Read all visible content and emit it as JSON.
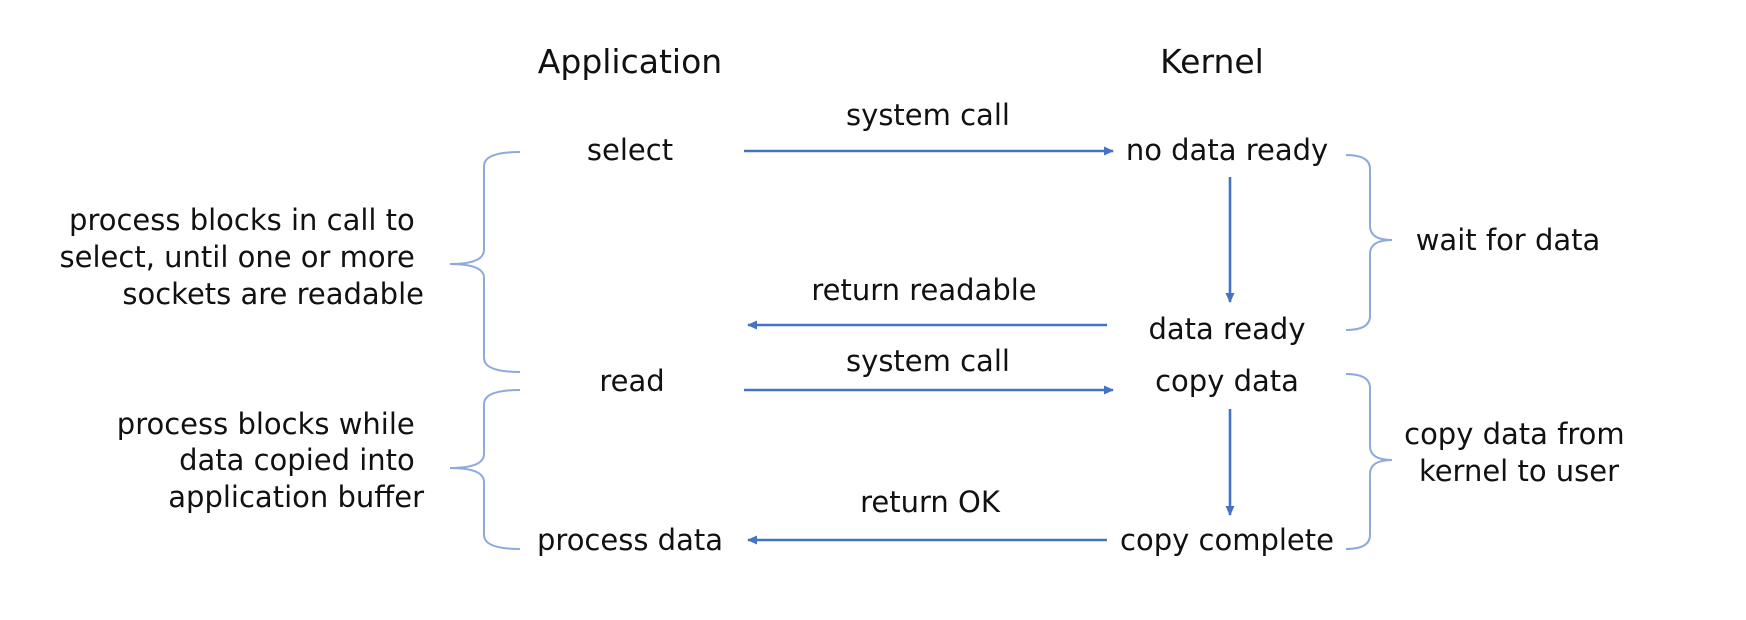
{
  "columns": {
    "application": "Application",
    "kernel": "Kernel"
  },
  "application_steps": {
    "select": "select",
    "read": "read",
    "process_data": "process data"
  },
  "kernel_steps": {
    "no_data_ready": "no data ready",
    "data_ready": "data ready",
    "copy_data": "copy data",
    "copy_complete": "copy complete"
  },
  "messages": {
    "system_call_1": "system call",
    "return_readable": "return readable",
    "system_call_2": "system call",
    "return_ok": "return OK"
  },
  "left_annotations": {
    "select_block": [
      "process blocks in call to",
      "select, until one or more",
      "sockets are readable"
    ],
    "read_block": [
      "process blocks while",
      "data copied into",
      "application buffer"
    ]
  },
  "right_annotations": {
    "wait": [
      "wait for data"
    ],
    "copy": [
      "copy data from",
      "kernel to user"
    ]
  },
  "colors": {
    "arrow": "#4472c4",
    "brace": "#8eaadb",
    "text": "#111111"
  }
}
